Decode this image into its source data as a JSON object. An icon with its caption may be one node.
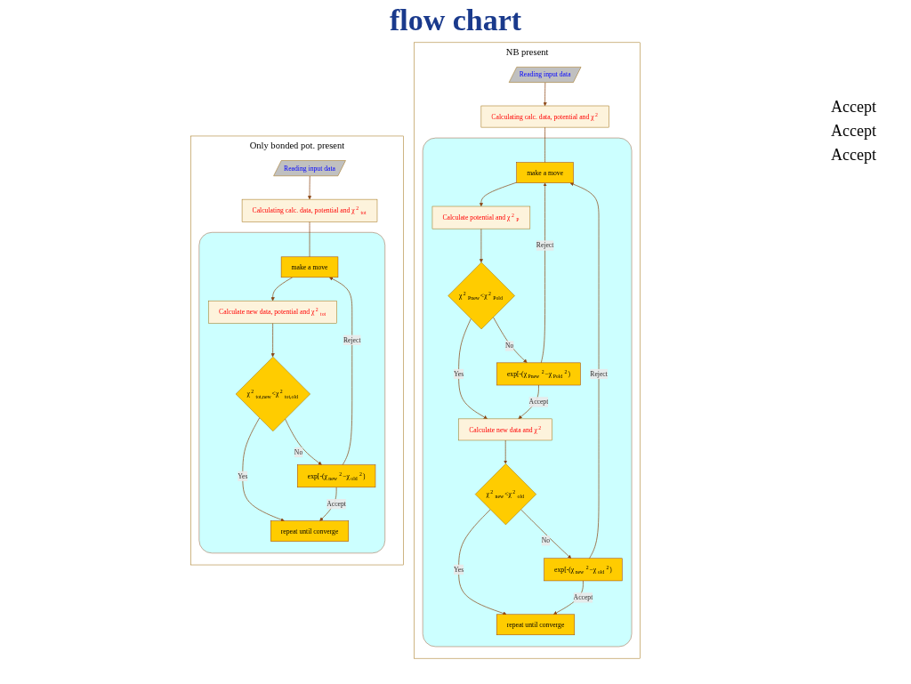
{
  "diagram": {
    "title": "flow chart",
    "nodes": [
      {
        "text": [
          "Only bonded pot. present"
        ]
      },
      {
        "text": [
          "Reading input data"
        ],
        "in": 0
      },
      {
        "text": [
          "Calculating calc. data, potential and χ$^{2}$$_{tot}$"
        ],
        "in": 0
      },
      {
        "text": [],
        "shape": "box",
        "in": 0
      },
      {
        "text": [
          "make a move"
        ],
        "in": 3
      },
      {
        "text": [
          "Calculate new data, potential and χ$^{2}$$_{tot}$"
        ],
        "in": 3
      },
      {
        "text": [
          "χ$^{2}$$_{tot,new}$<χ$^{2}$$_{tot,old}$"
        ],
        "in": 3
      },
      {
        "text": [
          "exp[-(χ$_{new}$$^{2}$−χ$_{old}$$^{2}$)"
        ],
        "in": 3
      },
      {
        "text": [
          "repeat until converge"
        ],
        "in": 3
      },
      {
        "text": [
          "NB present"
        ]
      },
      {
        "text": [
          "Reading input data"
        ],
        "in": 9
      },
      {
        "text": [
          "Calculating calc. data, potential and χ$^{2}$"
        ],
        "in": 9
      },
      {
        "text": [],
        "shape": "box",
        "in": 9
      },
      {
        "text": [
          "make a move"
        ],
        "in": 12
      },
      {
        "text": [
          "Calculate potential and χ$^{2}$$_{P}$"
        ],
        "in": 12
      },
      {
        "text": [
          "χ$^{2}$$_{Pnew}$<χ$^{2}$$_{Pold}$"
        ],
        "in": 12
      },
      {
        "text": [
          "exp[-(χ$_{Pnew}$$^{2}$−χ$_{Pold}$$^{2}$)"
        ],
        "in": 12
      },
      {
        "text": [
          "Calculate new data and χ$^{2}$"
        ],
        "in": 12
      },
      {
        "text": [
          "χ$^{2}$$_{new}$<χ$^{2}$$_{old}$"
        ],
        "in": 12
      },
      {
        "text": [
          "exp[-(χ$_{new}$$^{2}$−χ$_{old}$$^{2}$)"
        ],
        "in": 12
      },
      {
        "text": [
          "repeat until converge"
        ],
        "in": 12
      }
    ],
    "edges": [
      {
        "from": 1,
        "to": 2,
        "arrow": "to"
      },
      {
        "from": 2,
        "to": 4,
        "arrow": "none"
      },
      {
        "from": 4,
        "to": 5,
        "arrow": "to"
      },
      {
        "from": 5,
        "to": 6,
        "arrow": "to"
      },
      {
        "from": 6,
        "to": 7,
        "arrow": "to",
        "label": "No"
      },
      {
        "from": 6,
        "to": 8,
        "arrow": "to",
        "label": "Yes"
      },
      {
        "from": 7,
        "to": 4,
        "arrow": "to",
        "label": "Reject"
      },
      {
        "from": 7,
        "to": 8,
        "arrow": "to",
        "label": "Accept"
      },
      {
        "from": 10,
        "to": 11,
        "arrow": "to"
      },
      {
        "from": 11,
        "to": 13,
        "arrow": "none"
      },
      {
        "from": 13,
        "to": 14,
        "arrow": "to"
      },
      {
        "from": 14,
        "to": 15,
        "arrow": "to"
      },
      {
        "from": 15,
        "to": 16,
        "arrow": "to",
        "label": "No"
      },
      {
        "from": 15,
        "to": 17,
        "arrow": "to",
        "label": "Yes"
      },
      {
        "from": 16,
        "to": 13,
        "arrow": "to",
        "label": "Reject"
      },
      {
        "from": 16,
        "to": 17,
        "arrow": "to",
        "label": "Accept"
      },
      {
        "from": 17,
        "to": 18,
        "arrow": "to"
      },
      {
        "from": 18,
        "to": 19,
        "arrow": "to",
        "label": "No"
      },
      {
        "from": 18,
        "to": 20,
        "arrow": "to",
        "label": "Yes"
      },
      {
        "from": 19,
        "to": 13,
        "arrow": "to",
        "label": "Reject"
      },
      {
        "from": 19,
        "to": 20,
        "arrow": "to",
        "label": "Accept"
      }
    ],
    "labels": [
      "Accept",
      "Accept",
      "Accept"
    ]
  }
}
